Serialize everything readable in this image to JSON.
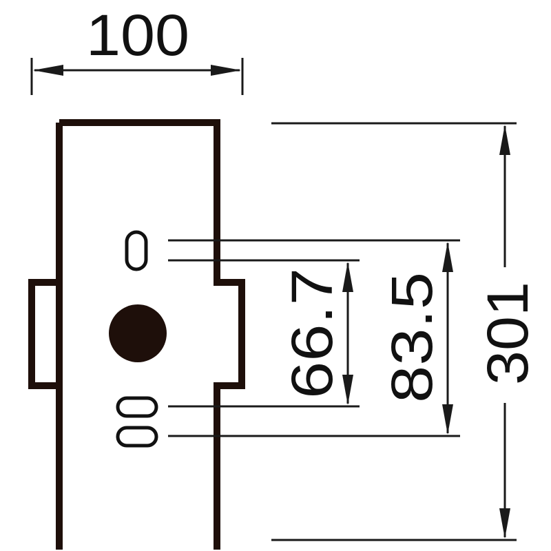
{
  "dimensions": {
    "width": "100",
    "height": "301",
    "outer_spacing": "83.5",
    "inner_spacing": "66.7"
  },
  "colors": {
    "outline": "#1e0f0a",
    "ink": "#1a1a1a",
    "center_dot": "#1e0f0a",
    "background": "#ffffff"
  },
  "icons": {
    "center_mark": "filled-circle",
    "top_hole": "single-slot",
    "bottom_holes": "double-slot"
  }
}
